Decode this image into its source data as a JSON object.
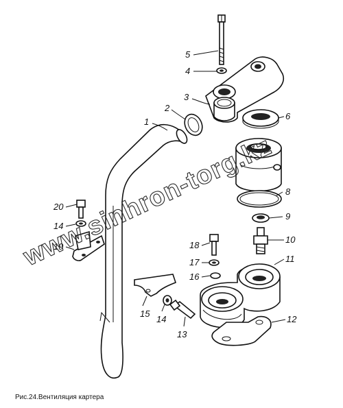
{
  "figure": {
    "caption": "Рис.24.Вентиляция картера",
    "watermark": "www.sinhron-torg.kz"
  },
  "callouts": [
    {
      "id": "1",
      "text": "1"
    },
    {
      "id": "2",
      "text": "2"
    },
    {
      "id": "3",
      "text": "3"
    },
    {
      "id": "4",
      "text": "4"
    },
    {
      "id": "5",
      "text": "5"
    },
    {
      "id": "6",
      "text": "6"
    },
    {
      "id": "8",
      "text": "8"
    },
    {
      "id": "9",
      "text": "9"
    },
    {
      "id": "10",
      "text": "10"
    },
    {
      "id": "11",
      "text": "11"
    },
    {
      "id": "12",
      "text": "12"
    },
    {
      "id": "13",
      "text": "13"
    },
    {
      "id": "14a",
      "text": "14"
    },
    {
      "id": "14b",
      "text": "14"
    },
    {
      "id": "15",
      "text": "15"
    },
    {
      "id": "16",
      "text": "16"
    },
    {
      "id": "17",
      "text": "17"
    },
    {
      "id": "18",
      "text": "18"
    },
    {
      "id": "19",
      "text": "19"
    },
    {
      "id": "20",
      "text": "20"
    }
  ]
}
